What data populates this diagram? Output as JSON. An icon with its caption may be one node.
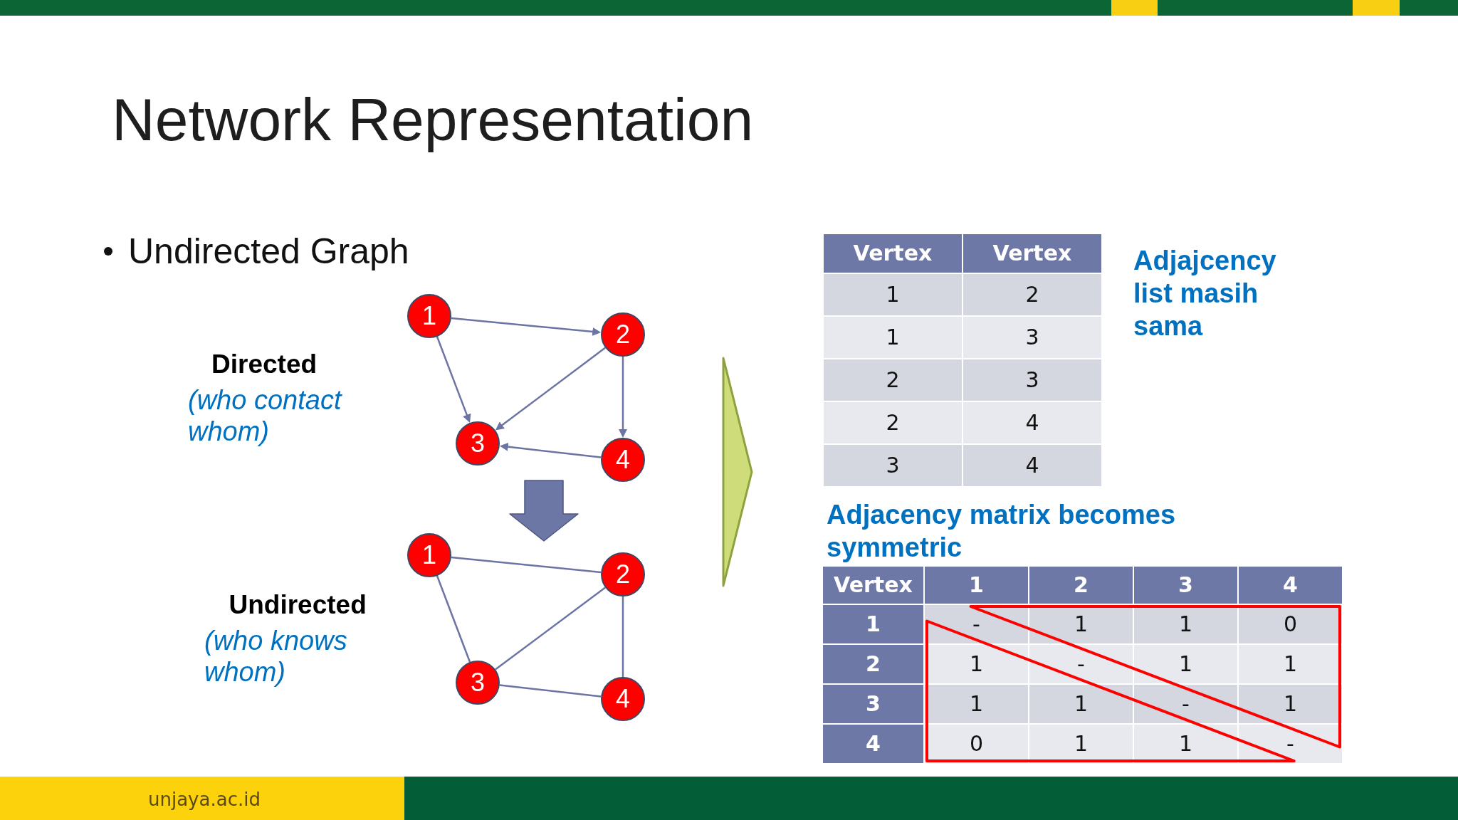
{
  "diagram": {
    "title": "Network Representation",
    "nodes": [
      {
        "text": [
          "1"
        ]
      },
      {
        "text": [
          "2"
        ]
      },
      {
        "text": [
          "3"
        ]
      },
      {
        "text": [
          "4"
        ]
      },
      {
        "text": [
          "1"
        ]
      },
      {
        "text": [
          "2"
        ]
      },
      {
        "text": [
          "3"
        ]
      },
      {
        "text": [
          "4"
        ]
      }
    ],
    "edges": [
      {
        "from": 0,
        "to": 1,
        "arrow": "to"
      },
      {
        "from": 0,
        "to": 2,
        "arrow": "to"
      },
      {
        "from": 1,
        "to": 2,
        "arrow": "to"
      },
      {
        "from": 1,
        "to": 3,
        "arrow": "to"
      },
      {
        "from": 3,
        "to": 2,
        "arrow": "to"
      },
      {
        "from": 4,
        "to": 5,
        "arrow": "none"
      },
      {
        "from": 4,
        "to": 6,
        "arrow": "none"
      },
      {
        "from": 5,
        "to": 6,
        "arrow": "none"
      },
      {
        "from": 5,
        "to": 7,
        "arrow": "none"
      },
      {
        "from": 6,
        "to": 7,
        "arrow": "none"
      }
    ],
    "labels": [
      "Undirected Graph",
      "Directed",
      "(who contact whom)",
      "Undirected",
      "(who knows whom)",
      "Vertex",
      "Vertex",
      "1",
      "2",
      "1",
      "3",
      "2",
      "3",
      "2",
      "4",
      "3",
      "4",
      "Adjajcency list masih sama",
      "Adjacency matrix becomes symmetric",
      "Vertex",
      "1",
      "2",
      "3",
      "4",
      "1",
      "-",
      "1",
      "1",
      "0",
      "2",
      "1",
      "-",
      "1",
      "1",
      "3",
      "1",
      "1",
      "-",
      "1",
      "4",
      "0",
      "1",
      "1",
      "-",
      "unjaya.ac.id"
    ]
  }
}
